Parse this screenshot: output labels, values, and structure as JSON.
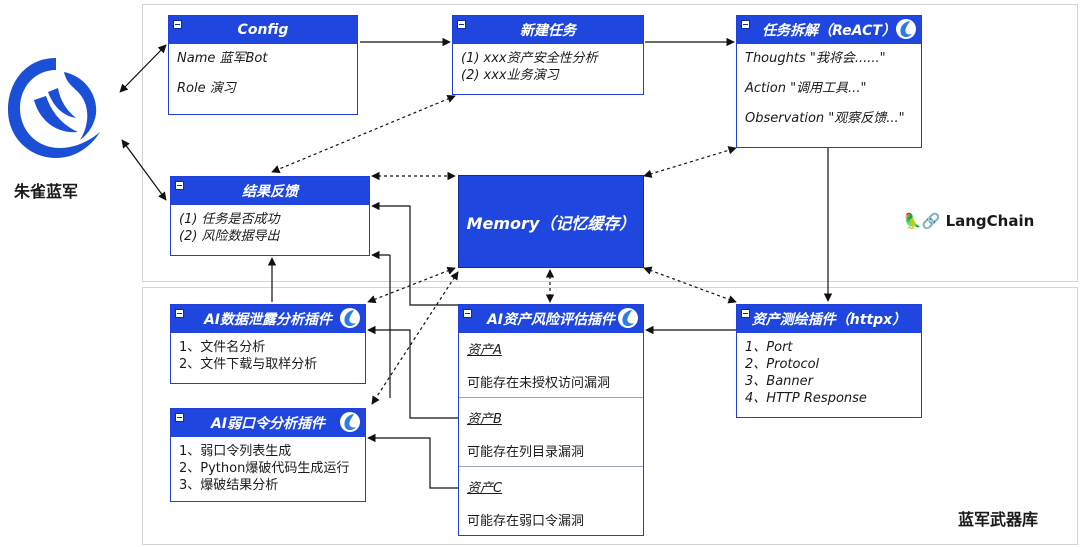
{
  "logo": {
    "name": "朱雀蓝军"
  },
  "langchain_label": "🦜🔗 LangChain",
  "arsenal_label": "蓝军武器库",
  "boxes": {
    "config": {
      "title": "Config",
      "lines": [
        "Name 蓝军Bot",
        "Role 演习"
      ]
    },
    "new_task": {
      "title": "新建任务",
      "lines": [
        "(1) xxx资产安全性分析",
        "(2) xxx业务演习"
      ]
    },
    "decompose": {
      "title": "任务拆解（ReACT）",
      "lines": [
        "Thoughts \"我将会......\"",
        "Action \"调用工具...\"",
        "Observation \"观察反馈...\""
      ]
    },
    "result": {
      "title": "结果反馈",
      "lines": [
        "(1) 任务是否成功",
        "(2) 风险数据导出"
      ]
    },
    "memory": {
      "title": "Memory（记忆缓存）"
    },
    "leak": {
      "title": "AI数据泄露分析插件",
      "lines": [
        "1、文件名分析",
        "2、文件下载与取样分析"
      ]
    },
    "weakpwd": {
      "title": "AI弱口令分析插件",
      "lines": [
        "1、弱口令列表生成",
        "2、Python爆破代码生成运行",
        "3、爆破结果分析"
      ]
    },
    "risk": {
      "title": "AI资产风险评估插件",
      "assets": [
        {
          "name": "资产A",
          "desc": "可能存在未授权访问漏洞"
        },
        {
          "name": "资产B",
          "desc": "可能存在列目录漏洞"
        },
        {
          "name": "资产C",
          "desc": "可能存在弱口令漏洞"
        }
      ]
    },
    "mapping": {
      "title": "资产测绘插件（httpx）",
      "lines": [
        "1、Port",
        "2、Protocol",
        "3、Banner",
        "4、HTTP Response"
      ]
    }
  },
  "colors": {
    "accent": "#1f47e0",
    "border": "#1f3fd8"
  }
}
